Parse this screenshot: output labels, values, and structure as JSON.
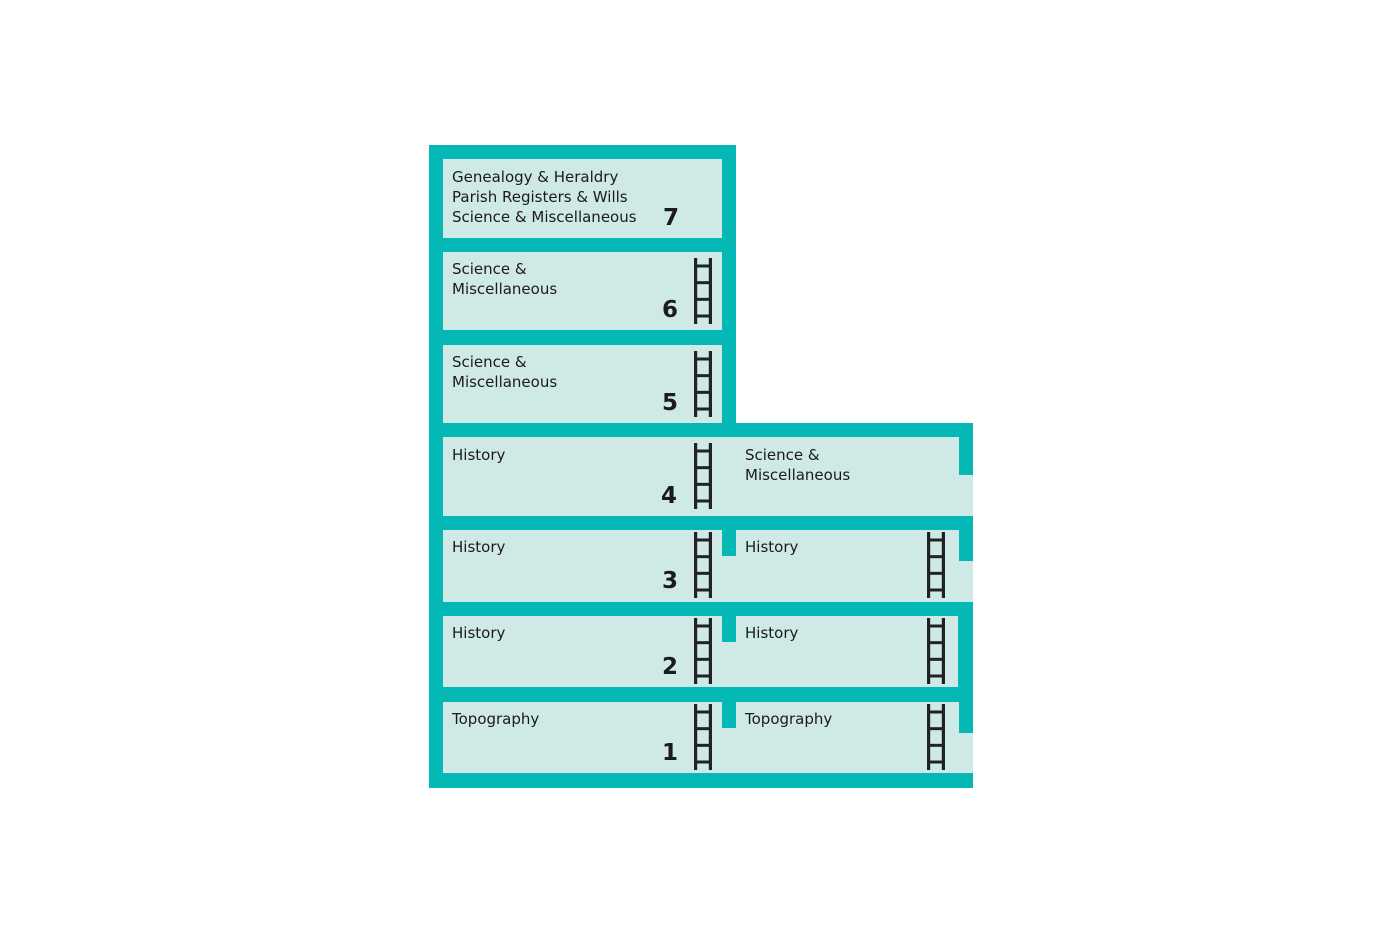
{
  "colors": {
    "wall": "#04b8b5",
    "room": "#cfe9e6",
    "ladder": "#222222",
    "text": "#1b1b1b",
    "background": "#ffffff"
  },
  "floors": [
    {
      "number": "7",
      "left_lines": [
        "Genealogy & Heraldry",
        "Parish Registers & Wills",
        "Science & Miscellaneous"
      ]
    },
    {
      "number": "6",
      "left_lines": [
        "Science &",
        "Miscellaneous"
      ]
    },
    {
      "number": "5",
      "left_lines": [
        "Science &",
        "Miscellaneous"
      ]
    },
    {
      "number": "4",
      "left_lines": [
        "History"
      ],
      "right_lines": [
        "Science &",
        "Miscellaneous"
      ]
    },
    {
      "number": "3",
      "left_lines": [
        "History"
      ],
      "right_lines": [
        "History"
      ]
    },
    {
      "number": "2",
      "left_lines": [
        "History"
      ],
      "right_lines": [
        "History"
      ]
    },
    {
      "number": "1",
      "left_lines": [
        "Topography"
      ],
      "right_lines": [
        "Topography"
      ]
    }
  ],
  "icons": {
    "stairs": "ladder-icon"
  }
}
